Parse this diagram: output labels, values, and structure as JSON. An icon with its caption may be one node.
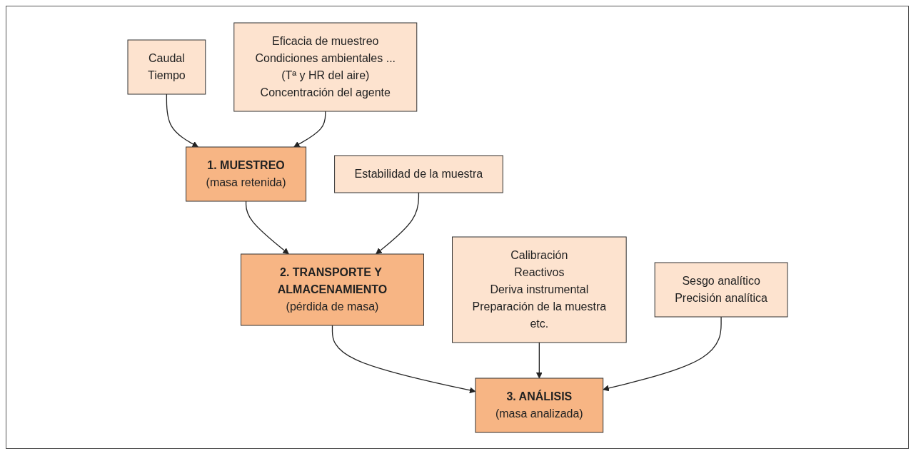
{
  "diagram": {
    "nodes": [
      {
        "text": [
          "Caudal",
          "Tiempo"
        ]
      },
      {
        "text": [
          "1. MUESTREO",
          "(masa retenida)"
        ]
      },
      {
        "text": [
          "Eficacia de muestreo",
          "Condiciones ambientales ...(Tª y HR del aire)",
          "Concentración del agente"
        ]
      },
      {
        "text": [
          "Estabilidad de la muestra"
        ]
      },
      {
        "text": [
          "2. TRANSPORTE Y ALMACENAMIENTO",
          "(pérdida de masa)"
        ]
      },
      {
        "text": [
          "Calibración",
          "Reactivos",
          "Deriva instrumental",
          "Preparación de la muestra",
          "etc."
        ]
      },
      {
        "text": [
          "3. ANÁLISIS",
          "(masa analizada)"
        ]
      },
      {
        "text": [
          "Sesgo analítico",
          "Precisión analítica"
        ]
      }
    ],
    "edges": [
      {
        "from": 0,
        "to": 1,
        "arrow": "to"
      },
      {
        "from": 2,
        "to": 1,
        "arrow": "to"
      },
      {
        "from": 1,
        "to": 4,
        "arrow": "to"
      },
      {
        "from": 3,
        "to": 4,
        "arrow": "to"
      },
      {
        "from": 4,
        "to": 6,
        "arrow": "to"
      },
      {
        "from": 5,
        "to": 6,
        "arrow": "to"
      },
      {
        "from": 7,
        "to": 6,
        "arrow": "to"
      }
    ]
  }
}
